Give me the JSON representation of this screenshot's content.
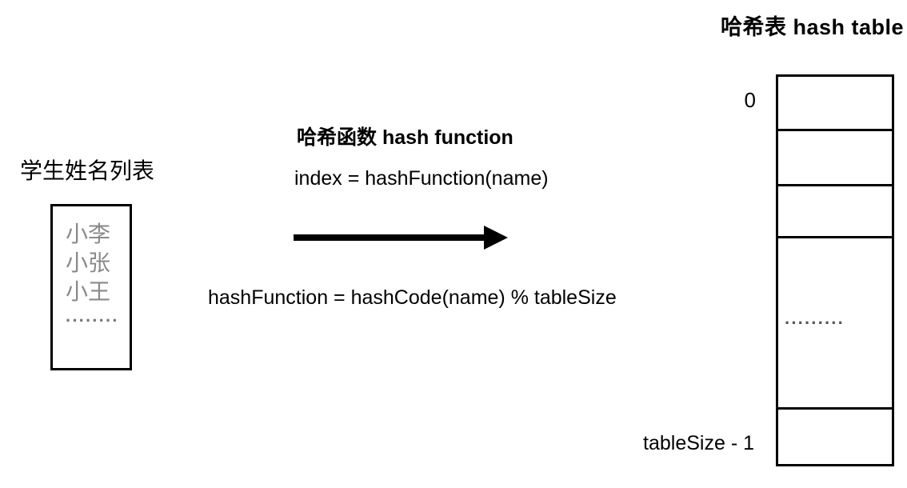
{
  "page": {
    "background": "#ffffff",
    "text_color": "#000000",
    "muted_color": "#8a8a8a",
    "line_color": "#000000"
  },
  "title": "哈希表 hash table",
  "name_list": {
    "label": "学生姓名列表",
    "items": [
      "小李",
      "小张",
      "小王"
    ],
    "ellipsis": "········"
  },
  "hash_function": {
    "heading": "哈希函数 hash function",
    "index_formula": "index = hashFunction(name)",
    "definition_formula": "hashFunction = hashCode(name) % tableSize"
  },
  "hash_table": {
    "first_index_label": "0",
    "last_index_label": "tableSize - 1",
    "ellipsis": "·········",
    "cell_count": 5
  }
}
